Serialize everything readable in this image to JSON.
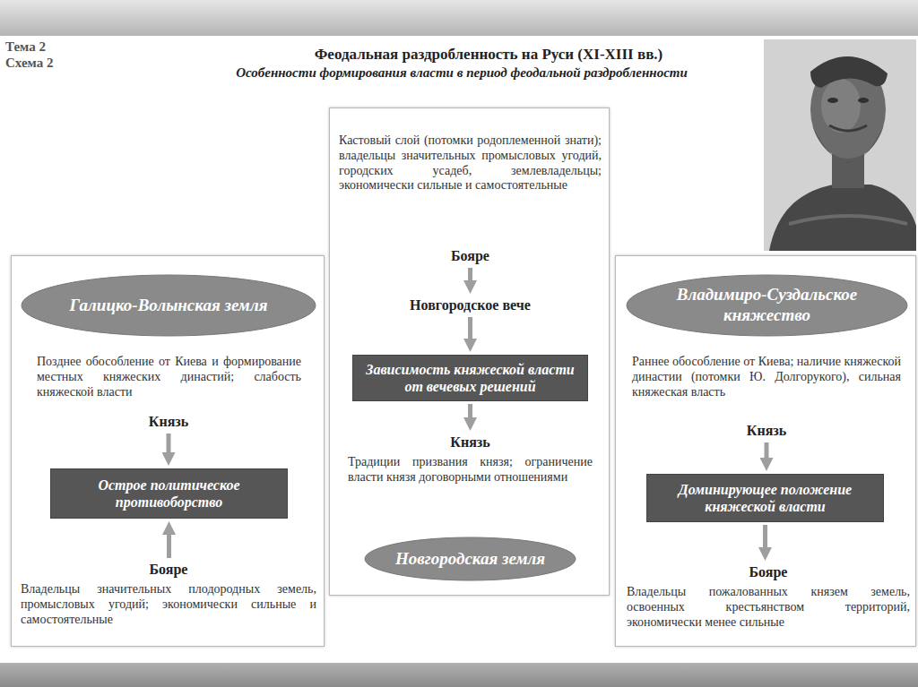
{
  "diagram": {
    "title": "Феодальная раздробленность на Руси (XI-XIII вв.)",
    "nodes": [
      {
        "text": [
          "Позднее обособление от Киева и формирование местных княжеских династий; слабость княжеской власти"
        ]
      },
      {
        "text": [
          "Галицко-Волынская земля"
        ],
        "in": 0
      },
      {
        "text": [
          "Князь"
        ],
        "in": 0
      },
      {
        "text": [
          "Острое политическое противоборство"
        ],
        "in": 0
      },
      {
        "text": [
          "Бояре",
          "Владельцы значительных плодородных земель, промысловых угодий; экономически сильные и самостоятельные"
        ],
        "in": 0
      },
      {
        "text": [
          "Кастовый слой (потомки родоплеменной знати); владельцы значительных промысловых угодий, городских усадеб, землевладельцы; экономически сильные и самостоятельные"
        ]
      },
      {
        "text": [
          "Бояре"
        ],
        "in": 5
      },
      {
        "text": [
          "Новгородское вече"
        ],
        "in": 5
      },
      {
        "text": [
          "Зависимость княжеской власти от вечевых решений"
        ],
        "in": 5
      },
      {
        "text": [
          "Князь",
          "Традиции призвания князя; ограничение власти князя договорными отношениями"
        ],
        "in": 5
      },
      {
        "text": [
          "Новгородская земля"
        ],
        "in": 5
      },
      {
        "text": [
          "Раннее обособление от Киева; наличие княжеской династии (потомки Ю. Долгорукого), сильная княжеская власть"
        ]
      },
      {
        "text": [
          "Владимиро-Суздальское княжество"
        ],
        "in": 11
      },
      {
        "text": [
          "Князь"
        ],
        "in": 11
      },
      {
        "text": [
          "Доминирующее положение княжеской власти"
        ],
        "in": 11
      },
      {
        "text": [
          "Бояре",
          "Владельцы пожалованных князем земель, освоенных крестьянством территорий, экономически менее сильные"
        ],
        "in": 11
      }
    ],
    "edges": [
      {
        "from": 2,
        "to": 3,
        "arrow": "to"
      },
      {
        "from": 4,
        "to": 3,
        "arrow": "to"
      },
      {
        "from": 6,
        "to": 7,
        "arrow": "to"
      },
      {
        "from": 7,
        "to": 8,
        "arrow": "to"
      },
      {
        "from": 8,
        "to": 9,
        "arrow": "to"
      },
      {
        "from": 13,
        "to": 14,
        "arrow": "to"
      },
      {
        "from": 14,
        "to": 15,
        "arrow": "to"
      }
    ],
    "labels": [
      "Тема 2",
      "Схема 2",
      "Особенности формирования власти в период феодальной раздробленности"
    ]
  }
}
